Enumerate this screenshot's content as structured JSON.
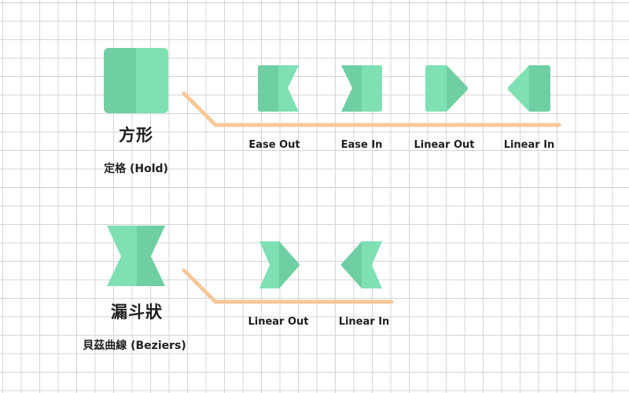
{
  "colors": {
    "shape_light": "#7fe0b4",
    "shape_dark": "#6fcfa3",
    "curve": "#f7c89a",
    "grid": "#d4d4d4",
    "text": "#1f1f1f"
  },
  "hold": {
    "title": "方形",
    "subtitle": "定格 (Hold)",
    "labels": {
      "ease_out": "Ease Out",
      "ease_in": "Ease In",
      "linear_out": "Linear Out",
      "linear_in": "Linear In"
    }
  },
  "bezier": {
    "title": "漏斗狀",
    "subtitle": "貝茲曲線 (Beziers)",
    "labels": {
      "linear_out": "Linear Out",
      "linear_in": "Linear In"
    }
  }
}
